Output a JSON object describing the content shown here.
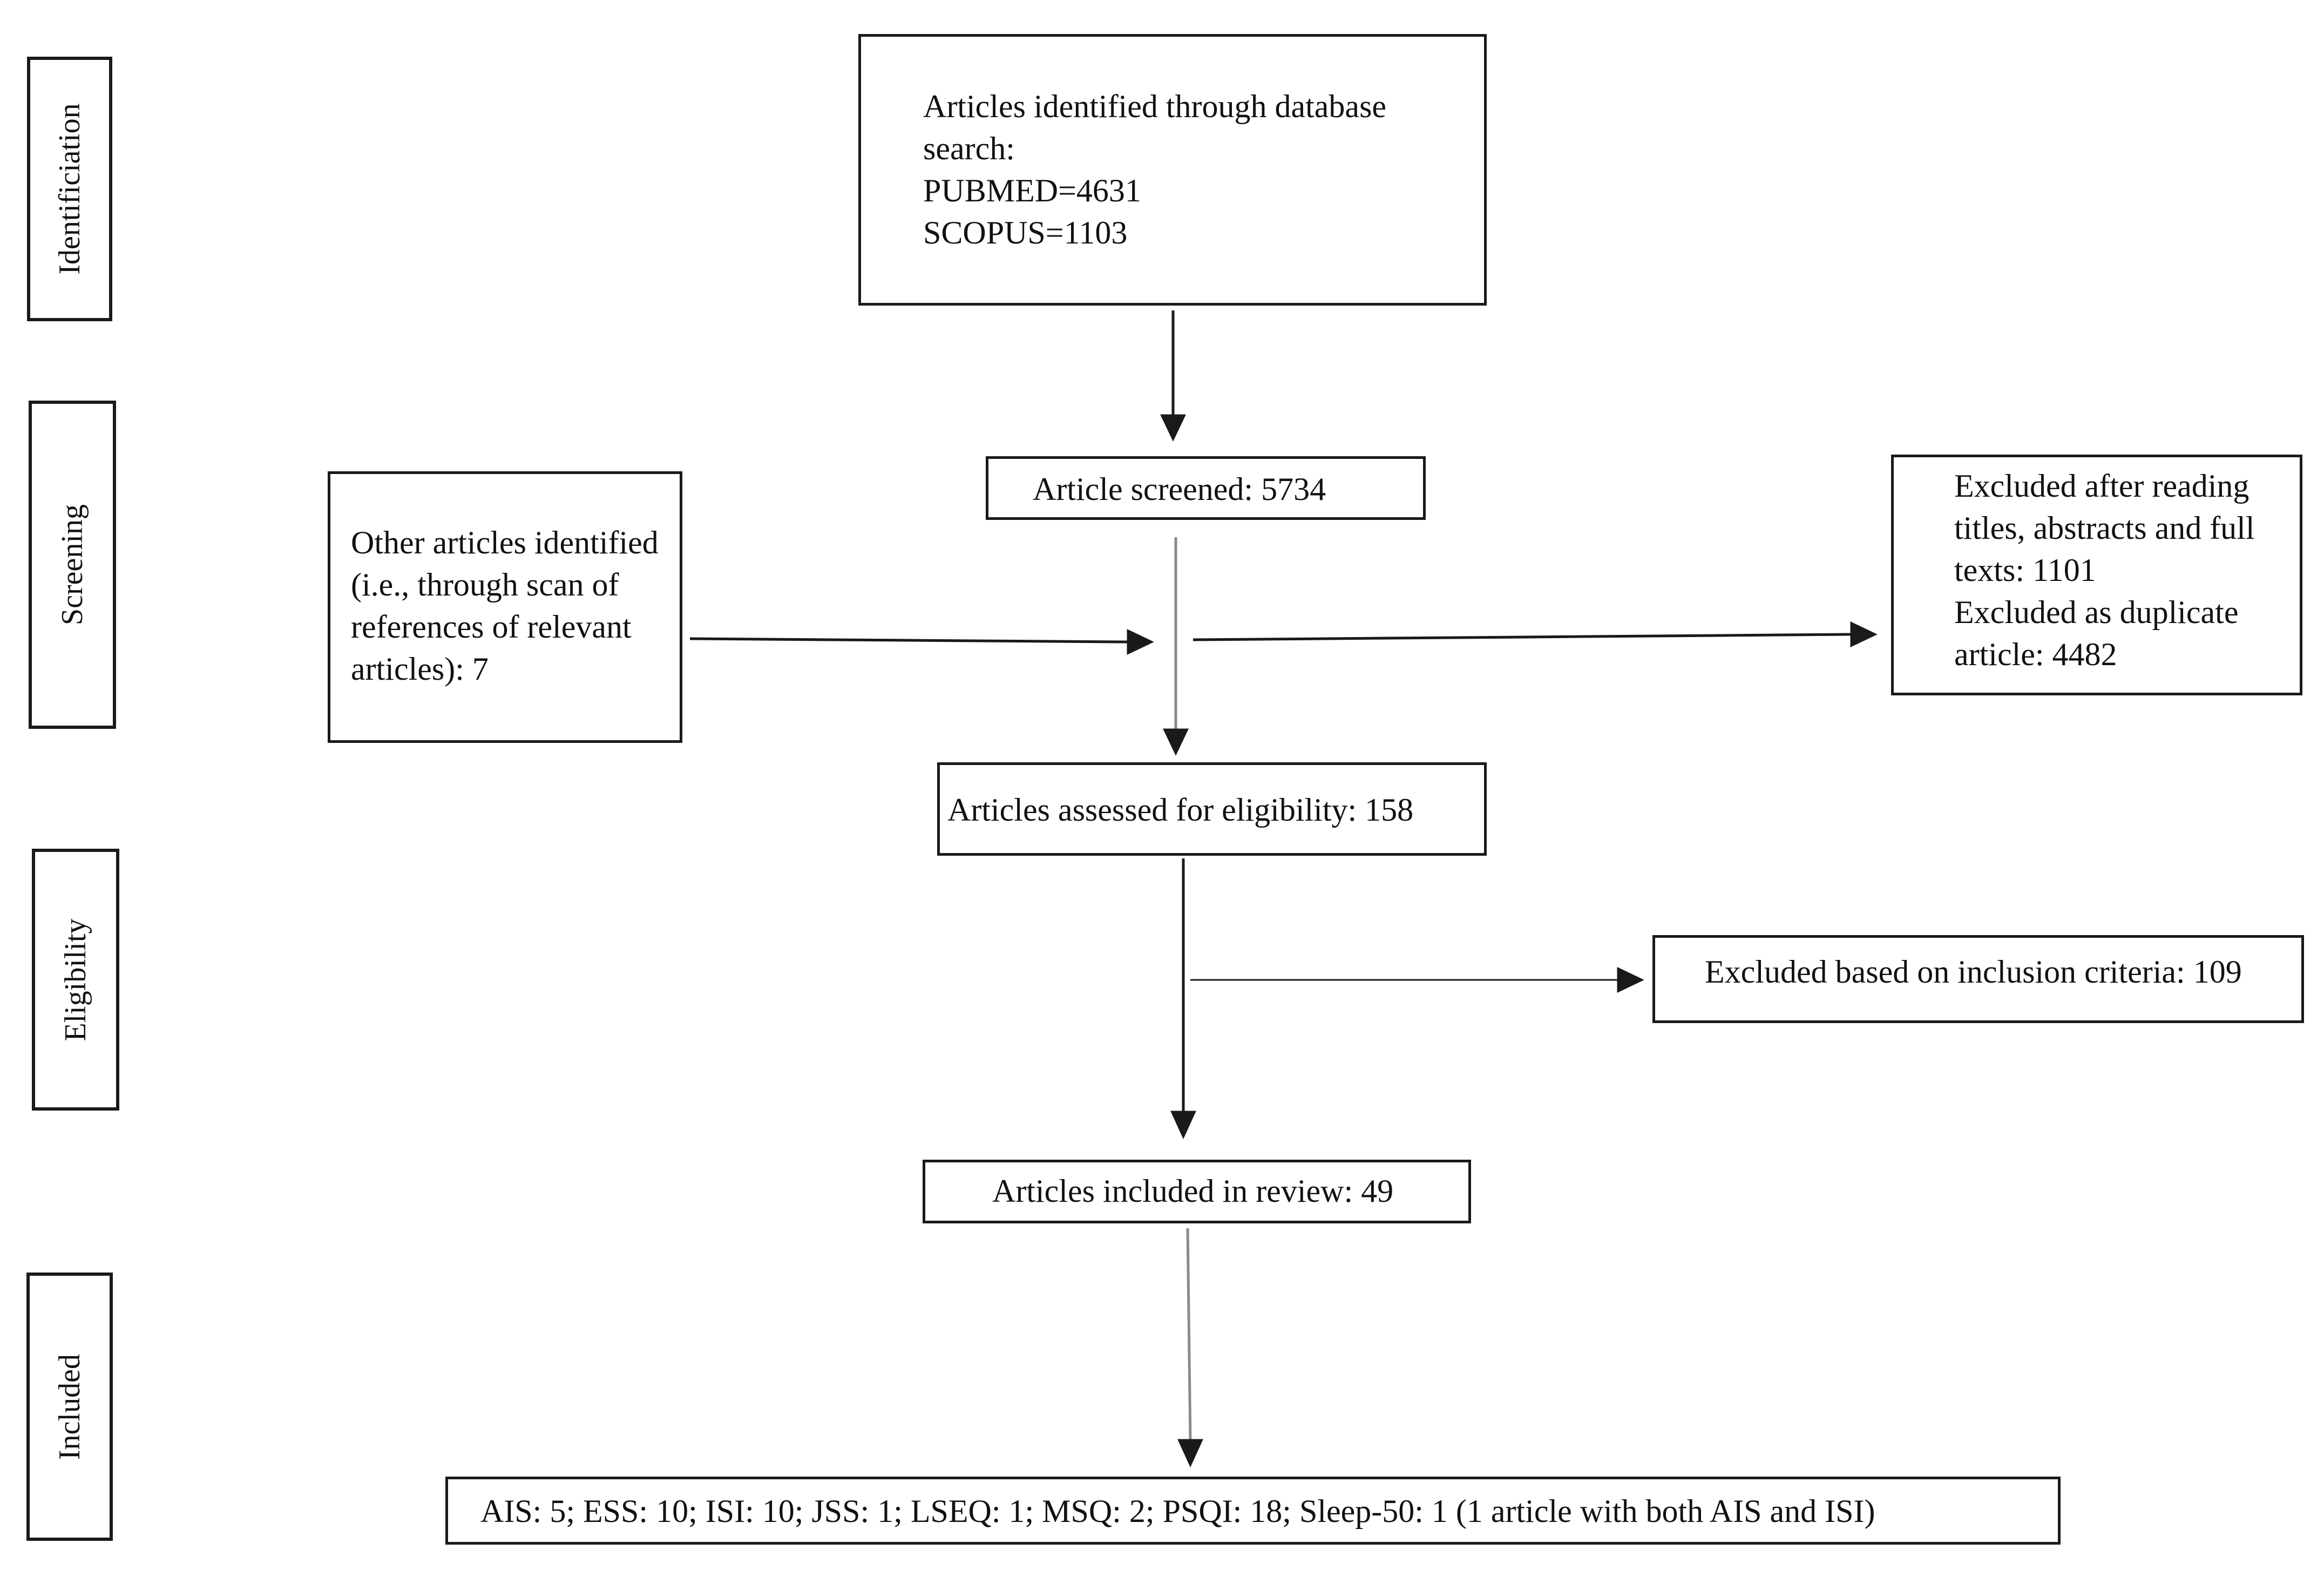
{
  "stages": [
    {
      "id": "identification",
      "label": "Identificiation"
    },
    {
      "id": "screening",
      "label": "Screening"
    },
    {
      "id": "eligibility",
      "label": "Eligibility"
    },
    {
      "id": "included",
      "label": "Included"
    }
  ],
  "boxes": {
    "database_search": {
      "lines": [
        "Articles identified through database",
        "search:",
        "PUBMED=4631",
        "SCOPUS=1103"
      ]
    },
    "screened": {
      "lines": [
        "Article screened: 5734"
      ]
    },
    "other_articles": {
      "lines": [
        "Other articles identified",
        "(i.e., through scan of",
        "references of relevant",
        "articles): 7"
      ]
    },
    "excluded_screening": {
      "lines": [
        "Excluded after reading",
        "titles, abstracts and full",
        "texts: 1101",
        "Excluded as duplicate",
        "article: 4482"
      ]
    },
    "eligibility": {
      "lines": [
        "Articles assessed for eligibility: 158"
      ]
    },
    "excluded_inclusion": {
      "lines": [
        "Excluded based on inclusion criteria: 109"
      ]
    },
    "included_review": {
      "lines": [
        "Articles included in review: 49"
      ]
    },
    "instruments": {
      "lines": [
        "AIS: 5;  ESS: 10; ISI: 10; JSS: 1; LSEQ: 1; MSQ: 2;  PSQI: 18; Sleep-50: 1 (1 article with both AIS and ISI)"
      ]
    }
  }
}
